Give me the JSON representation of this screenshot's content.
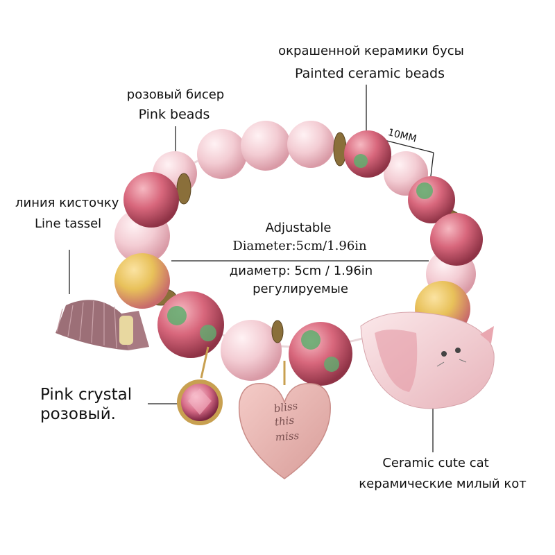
{
  "labels": {
    "painted_ru": "окрашенной  керамики  бусы",
    "painted_en": "Painted ceramic beads",
    "pink_beads_ru": "розовый бисер",
    "pink_beads_en": "Pink beads",
    "size": "10MM",
    "tassel_ru": "линия кисточку",
    "tassel_en": "Line tassel",
    "adjustable_en": "Adjustable",
    "diameter_en": "Diameter:5cm/1.96in",
    "diameter_ru": "диаметр: 5cm / 1.96in",
    "adjustable_ru": "регулируемые",
    "crystal_en": "Pink crystal",
    "crystal_ru": "розовый.",
    "cat_en": "Ceramic cute cat",
    "cat_ru": "керамические милый кот",
    "heart_line1": "bliss",
    "heart_line2": "this",
    "heart_line3": "miss"
  },
  "colors": {
    "background": "#ffffff",
    "pink_bead": "#f3ccd3",
    "ceramic_pink": "#d8677c",
    "ceramic_green": "#5fae6f",
    "ceramic_yellow": "#e8c15a",
    "spacer_bronze": "#8a6f3a",
    "tassel": "#a87a82",
    "crystal": "#d56a86",
    "heart": "#eab8b4"
  }
}
